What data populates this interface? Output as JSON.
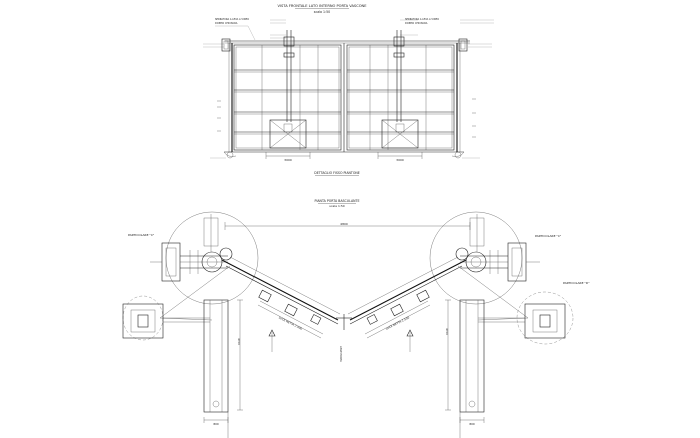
{
  "elevation": {
    "title": "VISTA FRONTALE LATO INTERNO PORTA VASCONE",
    "scale": "scala 1:50",
    "section": "DETTAGLIO FISSO PIANTONE",
    "dims": [
      "3000",
      "3000"
    ],
    "left_notes": [
      "SERRATURA A LEVA A VIDEO",
      "DOPPIO CHIUSURA"
    ],
    "right_notes": [
      "SERRATURA A LEVA A VIDEO",
      "DOPPIO CHIUSURA"
    ]
  },
  "plan": {
    "title": "PIANTA PORTA BASCULANTE",
    "scale": "scala 1:50",
    "dim_top": "4800",
    "dim_left": "4700",
    "dim_right": "4700",
    "dim_bottom_left": "800",
    "dim_bottom_right": "800",
    "leaf_label_left": "LUCE NETTA 2.500",
    "leaf_label_right": "LUCE NETTA 2.500",
    "center_label": "ASSE PORTA",
    "detail_left": "PARTICOLARE \"C\"",
    "detail_right": "PARTICOLARE \"C\"",
    "detail_far_right": "PARTICOLARE \"D\""
  }
}
